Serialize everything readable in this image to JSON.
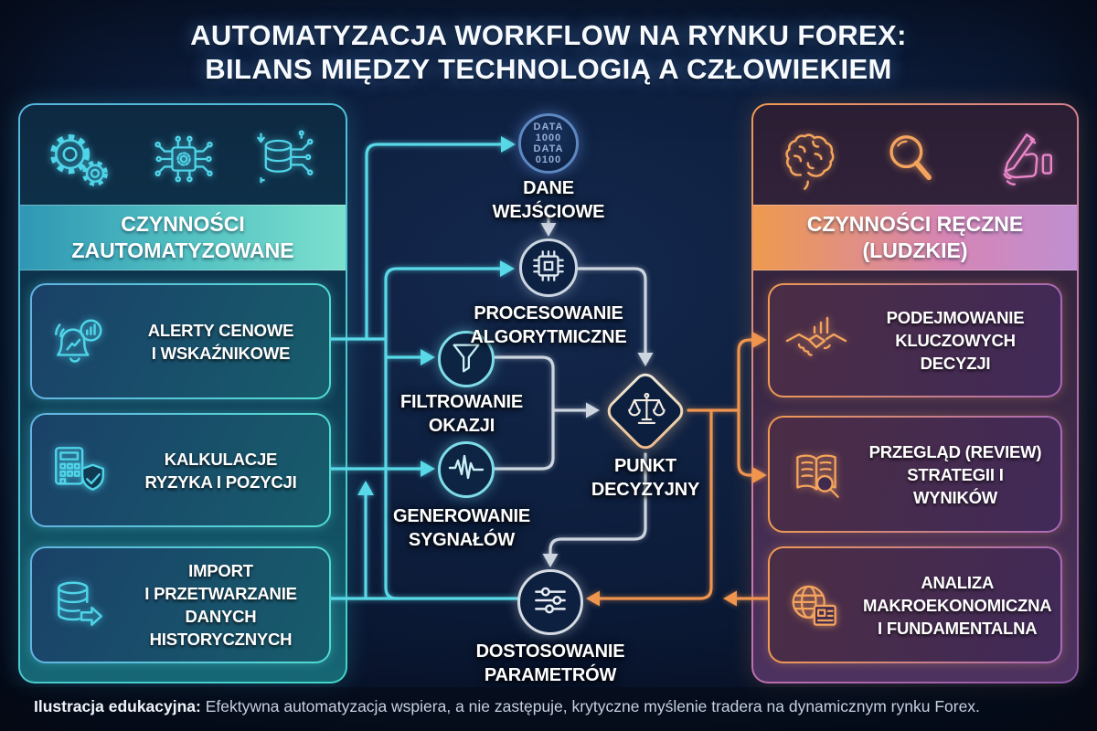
{
  "title": {
    "line1": "AUTOMATYZACJA WORKFLOW NA RYNKU FOREX:",
    "line2": "BILANS MIĘDZY TECHNOLOGIĄ A CZŁOWIEKIEM"
  },
  "colors": {
    "cyan": "#59d9e8",
    "steel": "#cdd6e0",
    "orange": "#f0954e",
    "pink": "#c874ae",
    "background": "#0c1c3a"
  },
  "left_panel": {
    "header": "CZYNNOŚCI\nZAUTOMATYZOWANE",
    "icons": [
      "gears-icon",
      "chip-circuit-icon",
      "database-circuit-icon"
    ],
    "items": [
      {
        "icon": "alert-bell-icon",
        "label": "ALERTY CENOWE\nI WSKAŹNIKOWE"
      },
      {
        "icon": "calculator-shield-icon",
        "label": "KALKULACJE\nRYZYKA I POZYCJI"
      },
      {
        "icon": "database-export-icon",
        "label": "IMPORT\nI PRZETWARZANIE\nDANYCH\nHISTORYCZNYCH"
      }
    ]
  },
  "right_panel": {
    "header": "CZYNNOŚCI RĘCZNE\n(LUDZKIE)",
    "icons": [
      "brain-icon",
      "magnifier-icon",
      "writing-hand-icon"
    ],
    "items": [
      {
        "icon": "handshake-chart-icon",
        "label": "PODEJMOWANIE\nKLUCZOWYCH DECYZJI"
      },
      {
        "icon": "book-review-icon",
        "label": "PRZEGLĄD (REVIEW)\nSTRATEGII I WYNIKÓW"
      },
      {
        "icon": "globe-news-icon",
        "label": "ANALIZA\nMAKROEKONOMICZNA\nI FUNDAMENTALNA"
      }
    ]
  },
  "flow": {
    "data_input": {
      "badge": "DATA\n1000\nDATA\n0100",
      "label": "DANE\nWEJŚCIOWE",
      "icon": "binary-data-icon"
    },
    "processing": {
      "label": "PROCESOWANIE\nALGORYTMICZNE",
      "icon": "cpu-icon"
    },
    "filtering": {
      "label": "FILTROWANIE\nOKAZJI",
      "icon": "funnel-icon"
    },
    "signals": {
      "label": "GENEROWANIE\nSYGNAŁÓW",
      "icon": "waveform-icon"
    },
    "decision": {
      "label": "PUNKT\nDECYZYJNY",
      "icon": "scales-icon"
    },
    "parameters": {
      "label": "DOSTOSOWANIE\nPARAMETRÓW",
      "icon": "sliders-icon"
    }
  },
  "footer": {
    "bold": "Ilustracja edukacyjna:",
    "text": "Efektywna automatyzacja wspiera, a nie zastępuje, krytyczne myślenie tradera na dynamicznym rynku Forex."
  }
}
